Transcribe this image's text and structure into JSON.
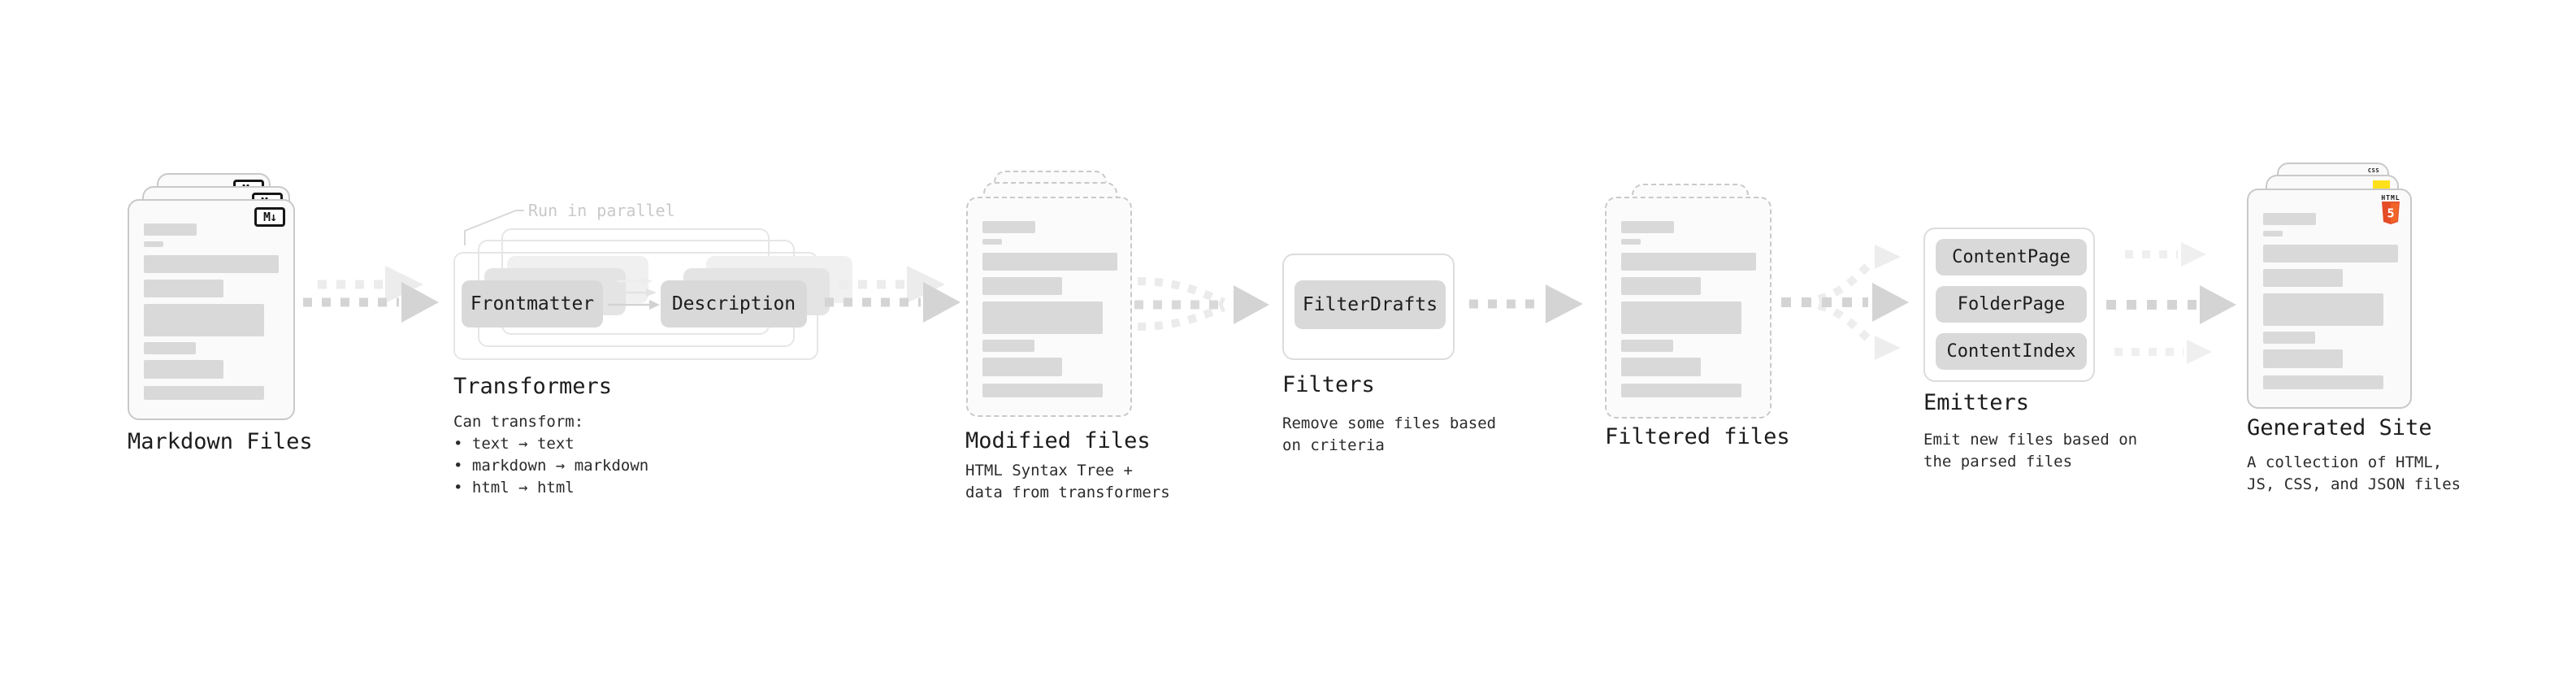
{
  "diagram": {
    "stages": {
      "markdown": {
        "title": "Markdown Files",
        "icon_label": "M↓"
      },
      "transformers": {
        "title": "Transformers",
        "callout": "Run in parallel",
        "box_left": "Frontmatter",
        "box_right": "Description",
        "description": "Can transform:\n • text → text\n • markdown → markdown\n • html → html"
      },
      "modified": {
        "title": "Modified files",
        "description": "HTML Syntax Tree +\ndata from transformers"
      },
      "filters": {
        "title": "Filters",
        "box": "FilterDrafts",
        "description": "Remove some files based\non criteria"
      },
      "filtered": {
        "title": "Filtered files"
      },
      "emitters": {
        "title": "Emitters",
        "boxes": [
          "ContentPage",
          "FolderPage",
          "ContentIndex"
        ],
        "description": "Emit new files based on\nthe parsed files"
      },
      "generated": {
        "title": "Generated Site",
        "description": "A collection of HTML,\nJS, CSS, and JSON files",
        "icon_html_word": "HTML",
        "icon_html_number": "5",
        "icon_css_word": "CSS"
      }
    },
    "colors": {
      "html5_orange": "#e44d26",
      "html5_orange_light": "#f16529",
      "js_yellow": "#ffe01a",
      "css_blue": "#2965f1",
      "box_gray": "#d9d9d9",
      "arrow_gray": "#d4d4d4",
      "arrow_gray_light": "#ededed"
    }
  }
}
